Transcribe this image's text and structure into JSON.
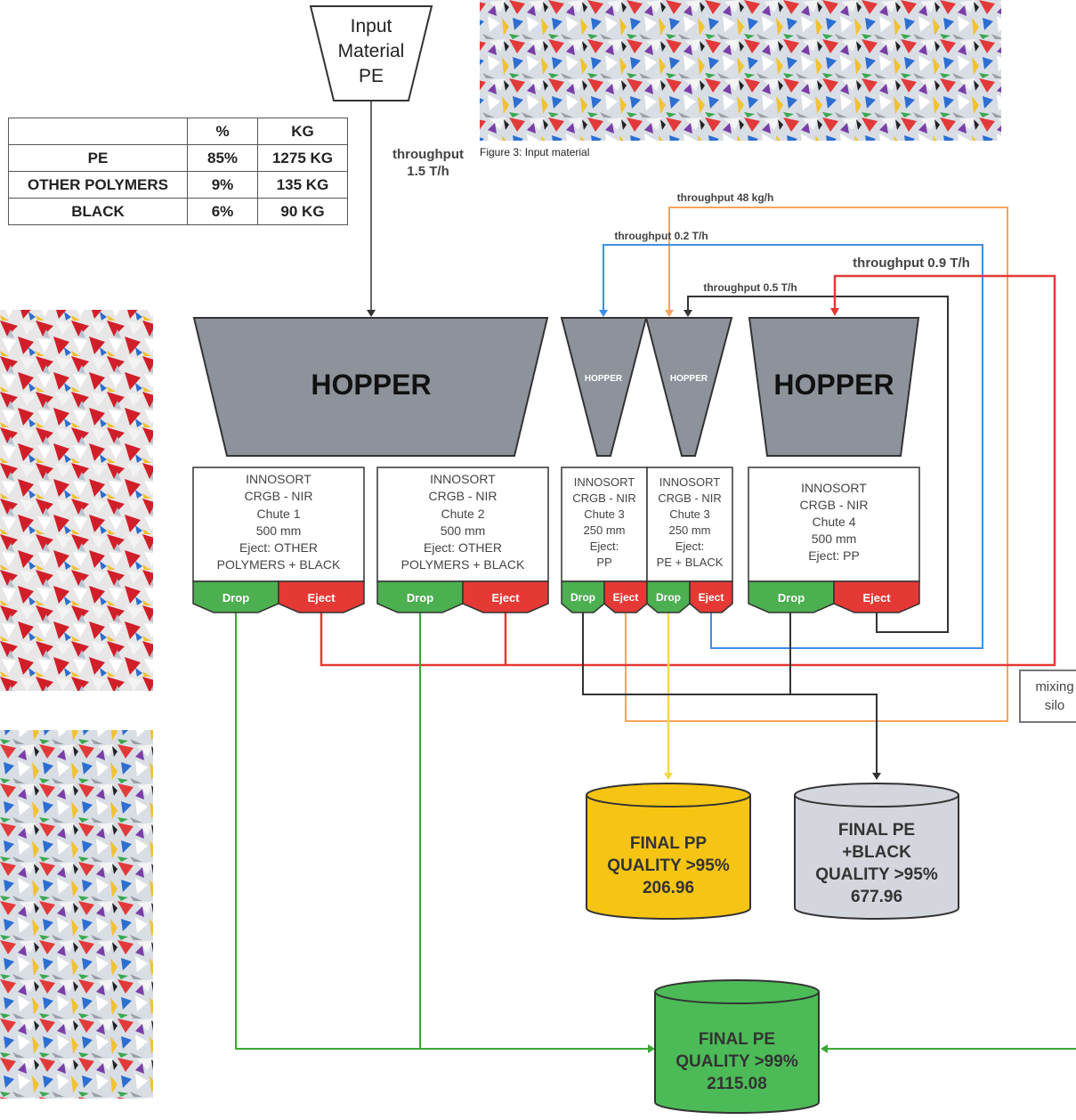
{
  "input_box": {
    "line1": "Input",
    "line2": "Material",
    "line3": "PE"
  },
  "composition_table": {
    "headers": [
      "",
      "%",
      "KG"
    ],
    "rows": [
      [
        "PE",
        "85%",
        "1275 KG"
      ],
      [
        "OTHER POLYMERS",
        "9%",
        "135 KG"
      ],
      [
        "BLACK",
        "6%",
        "90 KG"
      ]
    ]
  },
  "input_throughput": {
    "line1": "throughput",
    "line2": "1.5 T/h"
  },
  "figure_caption": "Figure 3: Input material",
  "recirc_labels": {
    "orange": "throughput 48 kg/h",
    "blue": "throughput 0.2 T/h",
    "dark": "throughput 0.5 T/h",
    "red": "throughput 0.9 T/h"
  },
  "hoppers": {
    "large": "HOPPER",
    "small": "HOPPER"
  },
  "sorters": {
    "s1": [
      "INNOSORT",
      "CRGB - NIR",
      "Chute 1",
      "500 mm",
      "Eject: OTHER",
      "POLYMERS + BLACK"
    ],
    "s2": [
      "INNOSORT",
      "CRGB - NIR",
      "Chute 2",
      "500 mm",
      "Eject: OTHER",
      "POLYMERS + BLACK"
    ],
    "s3a": [
      "INNOSORT",
      "CRGB - NIR",
      "Chute 3",
      "250 mm",
      "Eject:",
      "PP"
    ],
    "s3b": [
      "INNOSORT",
      "CRGB - NIR",
      "Chute 3",
      "250 mm",
      "Eject:",
      "PE + BLACK"
    ],
    "s4": [
      "INNOSORT",
      "CRGB - NIR",
      "Chute 4",
      "500 mm",
      "Eject:  PP"
    ]
  },
  "outlets": {
    "drop": "Drop",
    "eject": "Eject"
  },
  "mixing_silo": {
    "line1": "mixing",
    "line2": "silo"
  },
  "silos": {
    "pp": {
      "line1": "FINAL PP",
      "line2": "QUALITY >95%",
      "line3": "206.96"
    },
    "pe_black": {
      "line1": "FINAL PE",
      "line2": "+BLACK",
      "line3": "QUALITY >95%",
      "line4": "677.96"
    },
    "pe": {
      "line1": "FINAL PE",
      "line2": "QUALITY >99%",
      "line3": "2115.08"
    }
  },
  "colors": {
    "hopper": "#8e939b",
    "drop": "#4caf50",
    "eject": "#e53935",
    "orange_line": "#f7a35c",
    "blue_line": "#3d8fe8",
    "red_line": "#e53935",
    "green_line": "#3aa832",
    "yellow_line": "#f5d84a",
    "pp_silo": "#f6c514",
    "pe_black_silo": "#d3d6dc",
    "pe_silo": "#4cbb57"
  }
}
